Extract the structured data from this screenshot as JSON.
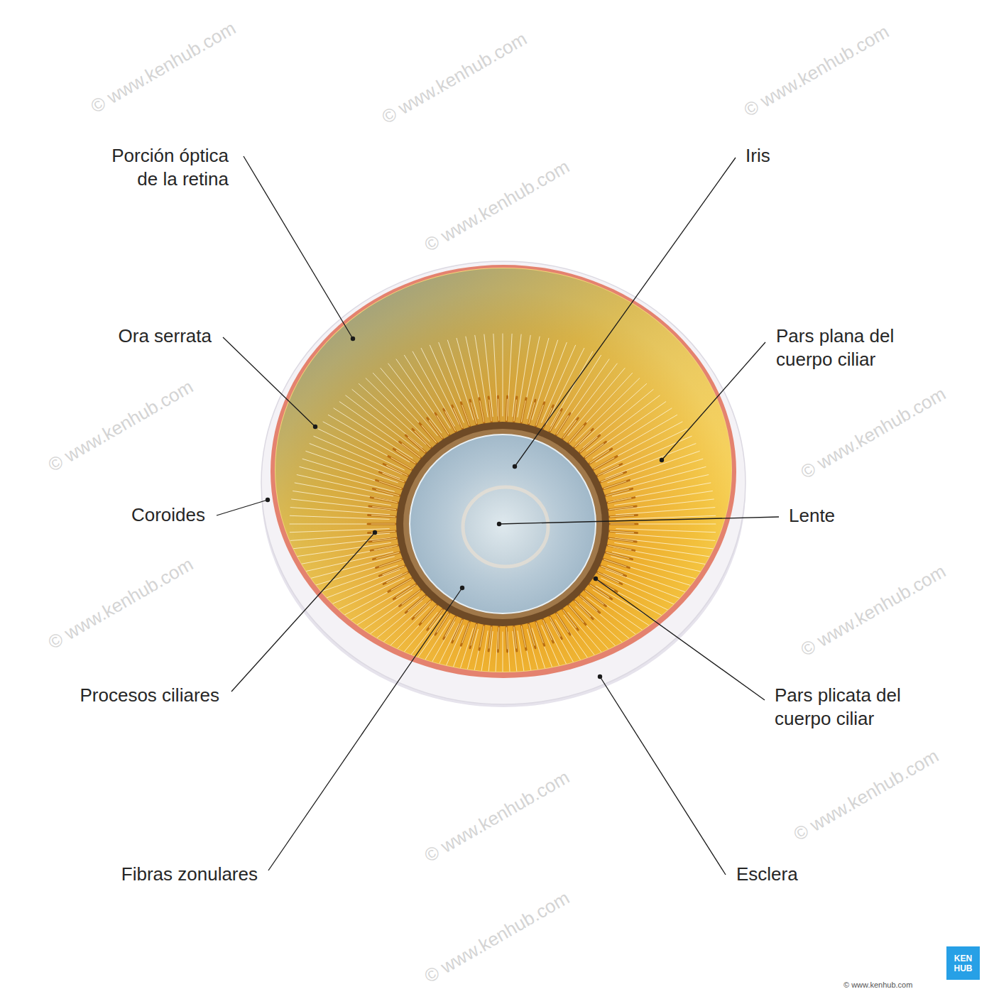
{
  "diagram": {
    "labels": [
      "Porción óptica de la retina",
      "Ora serrata",
      "Coroides",
      "Procesos ciliares",
      "Fibras zonulares",
      "Iris",
      "Pars plana del cuerpo ciliar",
      "Lente",
      "Pars plicata del cuerpo ciliar",
      "Esclera",
      "© www.kenhub.com",
      "© www.kenhub.com",
      "© www.kenhub.com",
      "© www.kenhub.com",
      "© www.kenhub.com",
      "© www.kenhub.com",
      "© www.kenhub.com",
      "© www.kenhub.com",
      "© www.kenhub.com",
      "© www.kenhub.com",
      "© www.kenhub.com",
      "KEN",
      "HUB",
      "© www.kenhub.com"
    ]
  }
}
